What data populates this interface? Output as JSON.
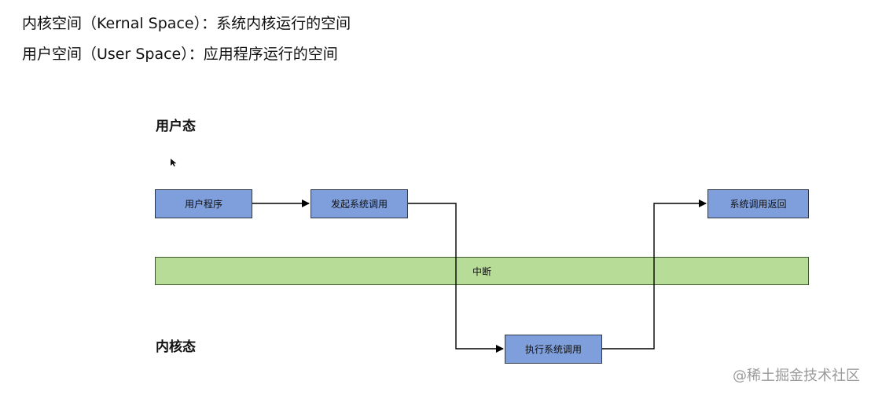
{
  "intro": {
    "kernel_line": "内核空间（Kernal Space）：系统内核运行的空间",
    "user_line": "用户空间（User Space）：应用程序运行的空间"
  },
  "diagram": {
    "user_mode_label": "用户态",
    "kernel_mode_label": "内核态",
    "nodes": {
      "user_program": "用户程序",
      "syscall_start": "发起系统调用",
      "syscall_exec": "执行系统调用",
      "syscall_return": "系统调用返回"
    },
    "interrupt_label": "中断"
  },
  "watermark": "@稀土掘金技术社区",
  "colors": {
    "node_fill": "#7f9fdc",
    "interrupt_fill": "#b7dc97",
    "border": "#2f3646",
    "watermark": "#9a9a9a"
  },
  "icons": {
    "cursor": "cursor-icon"
  }
}
